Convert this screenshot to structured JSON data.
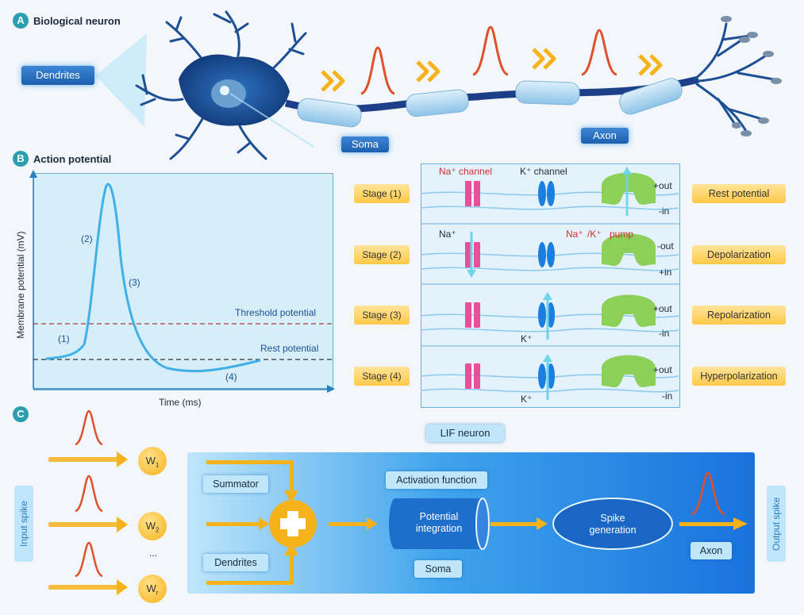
{
  "section_a": {
    "badge": "A",
    "title": "Biological neuron",
    "dendrites": "Dendrites",
    "soma": "Soma",
    "axon": "Axon"
  },
  "section_b": {
    "badge": "B",
    "title": "Action potential",
    "ylabel": "Membrane potential (mV)",
    "xlabel": "Time (ms)",
    "threshold": "Threshold potential",
    "rest": "Rest potential",
    "phases": [
      "(1)",
      "(2)",
      "(3)",
      "(4)"
    ],
    "stages": [
      "Stage (1)",
      "Stage (2)",
      "Stage (3)",
      "Stage (4)"
    ],
    "states": [
      "Rest potential",
      "Depolarization",
      "Repolarization",
      "Hyperpolarization"
    ],
    "na_channel": "Na⁺ channel",
    "k_channel": "K⁺ channel",
    "na": "Na⁺",
    "k": "K⁺",
    "pump_na": "Na⁺",
    "pump_k": "/K⁺",
    "pump": "pump",
    "out_plus": "+out",
    "in_minus": "-in",
    "out_minus": "-out",
    "in_plus": "+in"
  },
  "section_c": {
    "badge": "C",
    "lif": "LIF neuron",
    "input_spike": "Input spike",
    "output_spike": "Output spike",
    "w1": "W",
    "w1_sub": "1",
    "w2": "W",
    "w2_sub": "2",
    "wr": "W",
    "wr_sub": "r",
    "dots": "...",
    "summator": "Summator",
    "dendrites": "Dendrites",
    "activation": "Activation function",
    "potential": "Potential",
    "integration": "integration",
    "soma": "Soma",
    "spike": "Spike",
    "generation": "generation",
    "axon": "Axon"
  },
  "colors": {
    "accent": "#2a9fb0",
    "spike": "#e0502a",
    "arrow": "#f6b21a",
    "membrane": "#8ac8ee"
  }
}
